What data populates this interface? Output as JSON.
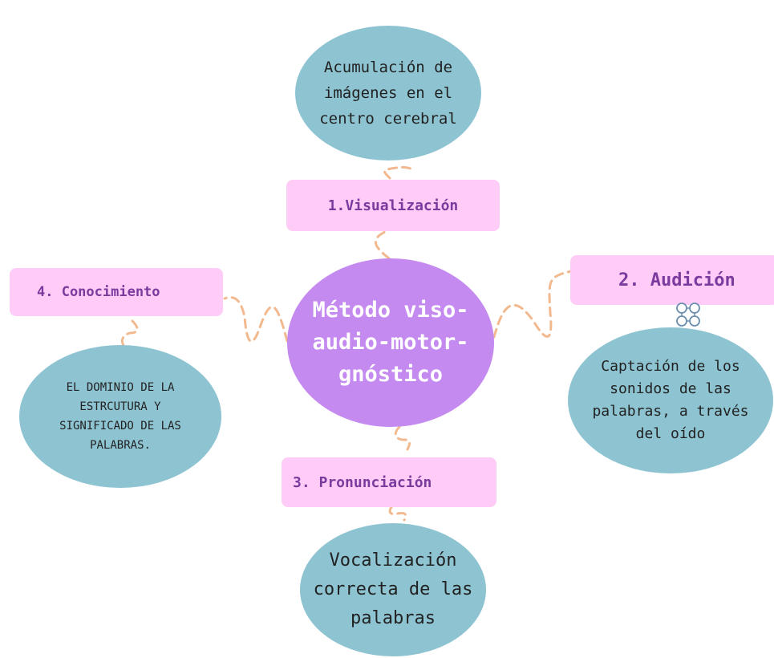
{
  "diagram": {
    "center": {
      "text": "Método viso-audio-motor-gnóstico"
    },
    "steps": [
      {
        "label": "1.Visualización",
        "description": "Acumulación de imágenes en el centro cerebral"
      },
      {
        "label": "2. Audición",
        "description": "Captación de los sonidos de las palabras, a través del oído"
      },
      {
        "label": "3. Pronunciación",
        "description": "Vocalización correcta de las palabras"
      },
      {
        "label": "4. Conocimiento",
        "description": "EL DOMINIO DE LA ESTRCUTURA Y SIGNIFICADO DE LAS PALABRAS."
      }
    ]
  },
  "colors": {
    "center_fill": "#c48af0",
    "label_box_fill": "#ffccf7",
    "label_text": "#7a3a9e",
    "description_fill": "#8ec4d2",
    "connector": "#f2b98f"
  }
}
